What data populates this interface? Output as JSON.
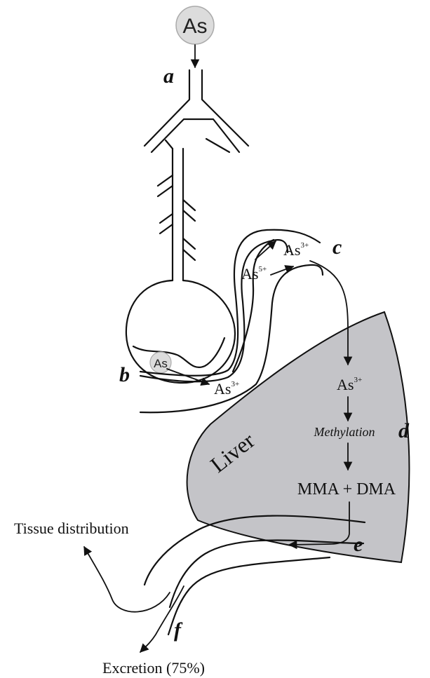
{
  "labels": {
    "input_as": "As",
    "gut_as": "As",
    "step_a": "a",
    "step_b": "b",
    "step_c": "c",
    "step_d": "d",
    "step_e": "e",
    "step_f": "f",
    "as3_gut": "As",
    "as3_gut_sup": "3+",
    "as5": "As",
    "as5_sup": "5+",
    "as3_top": "As",
    "as3_top_sup": "3+",
    "as3_liver": "As",
    "as3_liver_sup": "3+",
    "liver": "Liver",
    "methylation": "Methylation",
    "mma_dma": "MMA + DMA",
    "tissue": "Tissue distribution",
    "excretion": "Excretion (75%)"
  },
  "colors": {
    "liver_fill": "#c4c4c8",
    "circle_fill": "#dcdcdc",
    "line": "#111111"
  }
}
